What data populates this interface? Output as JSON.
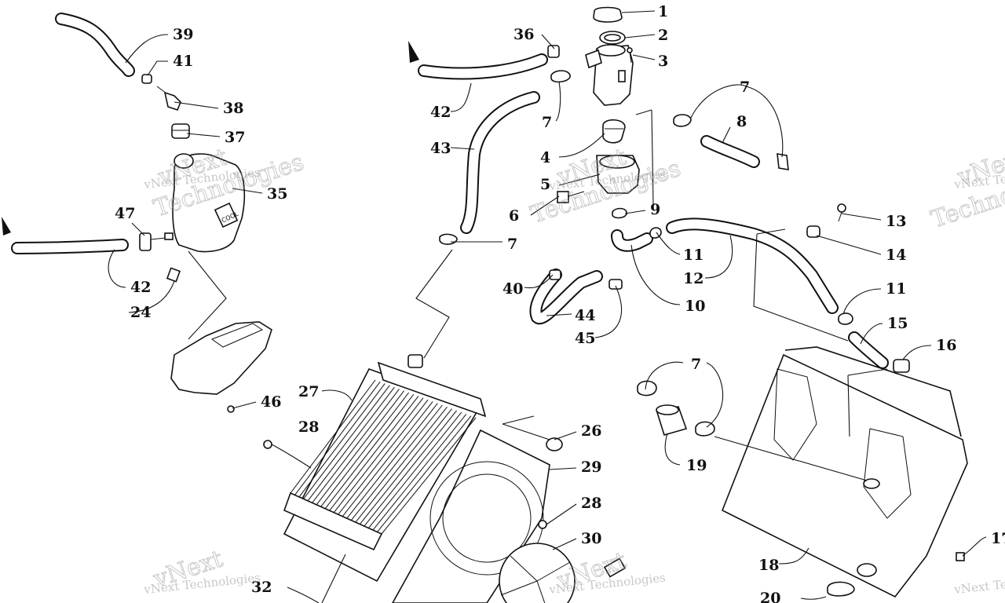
{
  "callouts": [
    {
      "id": "c1",
      "label": "1"
    },
    {
      "id": "c2",
      "label": "2"
    },
    {
      "id": "c3",
      "label": "3"
    },
    {
      "id": "c36",
      "label": "36"
    },
    {
      "id": "c7a",
      "label": "7"
    },
    {
      "id": "c8",
      "label": "8"
    },
    {
      "id": "c39",
      "label": "39"
    },
    {
      "id": "c41",
      "label": "41"
    },
    {
      "id": "c38",
      "label": "38"
    },
    {
      "id": "c37",
      "label": "37"
    },
    {
      "id": "c35",
      "label": "35"
    },
    {
      "id": "c47",
      "label": "47"
    },
    {
      "id": "c42a",
      "label": "42"
    },
    {
      "id": "c24",
      "label": "24"
    },
    {
      "id": "c42b",
      "label": "42"
    },
    {
      "id": "c7b",
      "label": "7"
    },
    {
      "id": "c43",
      "label": "43"
    },
    {
      "id": "c4",
      "label": "4"
    },
    {
      "id": "c5",
      "label": "5"
    },
    {
      "id": "c6",
      "label": "6"
    },
    {
      "id": "c9",
      "label": "9"
    },
    {
      "id": "c7c",
      "label": "7"
    },
    {
      "id": "c40",
      "label": "40"
    },
    {
      "id": "c44",
      "label": "44"
    },
    {
      "id": "c45",
      "label": "45"
    },
    {
      "id": "c11a",
      "label": "11"
    },
    {
      "id": "c12",
      "label": "12"
    },
    {
      "id": "c10",
      "label": "10"
    },
    {
      "id": "c13",
      "label": "13"
    },
    {
      "id": "c14",
      "label": "14"
    },
    {
      "id": "c11b",
      "label": "11"
    },
    {
      "id": "c15",
      "label": "15"
    },
    {
      "id": "c16",
      "label": "16"
    },
    {
      "id": "c7d",
      "label": "7"
    },
    {
      "id": "c19",
      "label": "19"
    },
    {
      "id": "c46",
      "label": "46"
    },
    {
      "id": "c27",
      "label": "27"
    },
    {
      "id": "c28a",
      "label": "28"
    },
    {
      "id": "c26",
      "label": "26"
    },
    {
      "id": "c29",
      "label": "29"
    },
    {
      "id": "c28b",
      "label": "28"
    },
    {
      "id": "c30",
      "label": "30"
    },
    {
      "id": "c32",
      "label": "32"
    },
    {
      "id": "c18",
      "label": "18"
    },
    {
      "id": "c17",
      "label": "17"
    },
    {
      "id": "c20",
      "label": "20"
    }
  ],
  "watermarks": {
    "brand": "vNext Technologies",
    "big_v": "vNext",
    "big_t": "Technologies"
  },
  "decal_text": "COOL",
  "colors": {
    "ink": "#111111",
    "background": "#ffffff",
    "watermark": "#9a9a9a"
  }
}
